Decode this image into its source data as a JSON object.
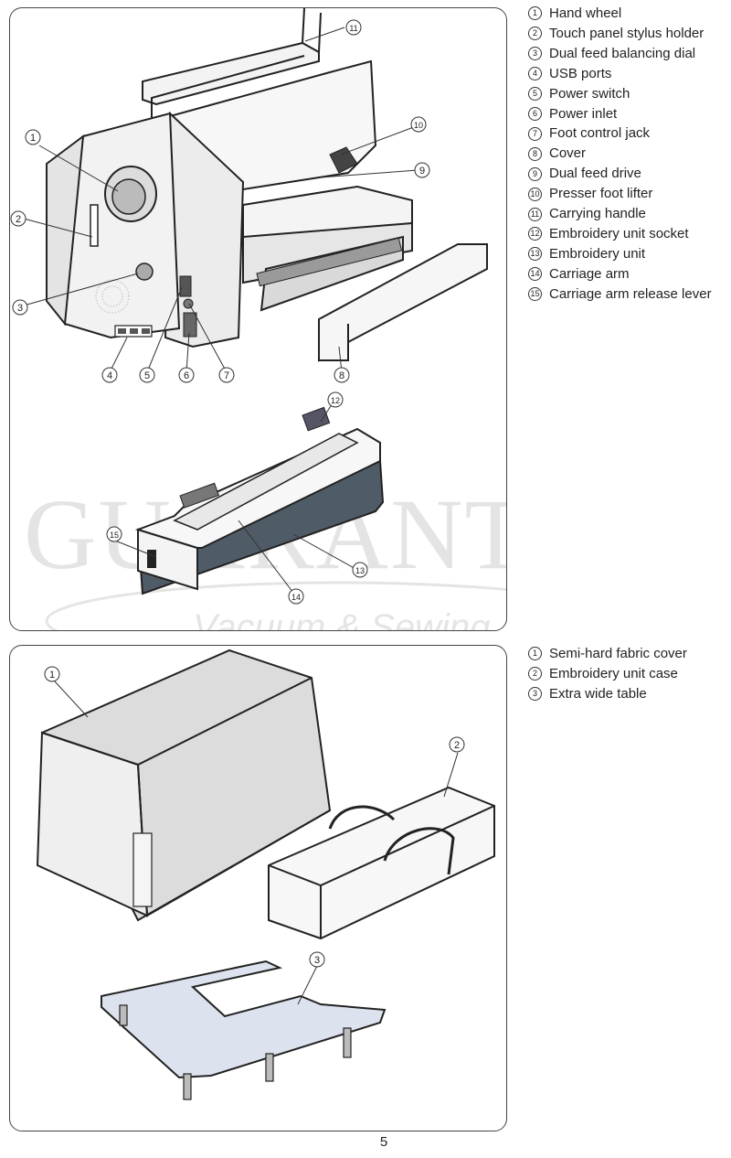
{
  "page": {
    "number": "5"
  },
  "figure1": {
    "legend": [
      {
        "num": "1",
        "label": "Hand wheel"
      },
      {
        "num": "2",
        "label": "Touch panel stylus holder"
      },
      {
        "num": "3",
        "label": "Dual feed balancing dial"
      },
      {
        "num": "4",
        "label": "USB ports"
      },
      {
        "num": "5",
        "label": "Power switch"
      },
      {
        "num": "6",
        "label": "Power inlet"
      },
      {
        "num": "7",
        "label": "Foot control jack"
      },
      {
        "num": "8",
        "label": "Cover"
      },
      {
        "num": "9",
        "label": "Dual feed drive"
      },
      {
        "num": "10",
        "label": "Presser foot lifter"
      },
      {
        "num": "11",
        "label": "Carrying handle"
      },
      {
        "num": "12",
        "label": "Embroidery unit socket"
      },
      {
        "num": "13",
        "label": "Embroidery unit"
      },
      {
        "num": "14",
        "label": "Carriage arm"
      },
      {
        "num": "15",
        "label": "Carriage arm release lever"
      }
    ]
  },
  "figure2": {
    "legend": [
      {
        "num": "1",
        "label": "Semi-hard fabric cover"
      },
      {
        "num": "2",
        "label": "Embroidery unit case"
      },
      {
        "num": "3",
        "label": "Extra wide table"
      }
    ]
  },
  "watermark": {
    "line1": "GUARANTEE",
    "line2": "Vacuum & Sewing"
  }
}
